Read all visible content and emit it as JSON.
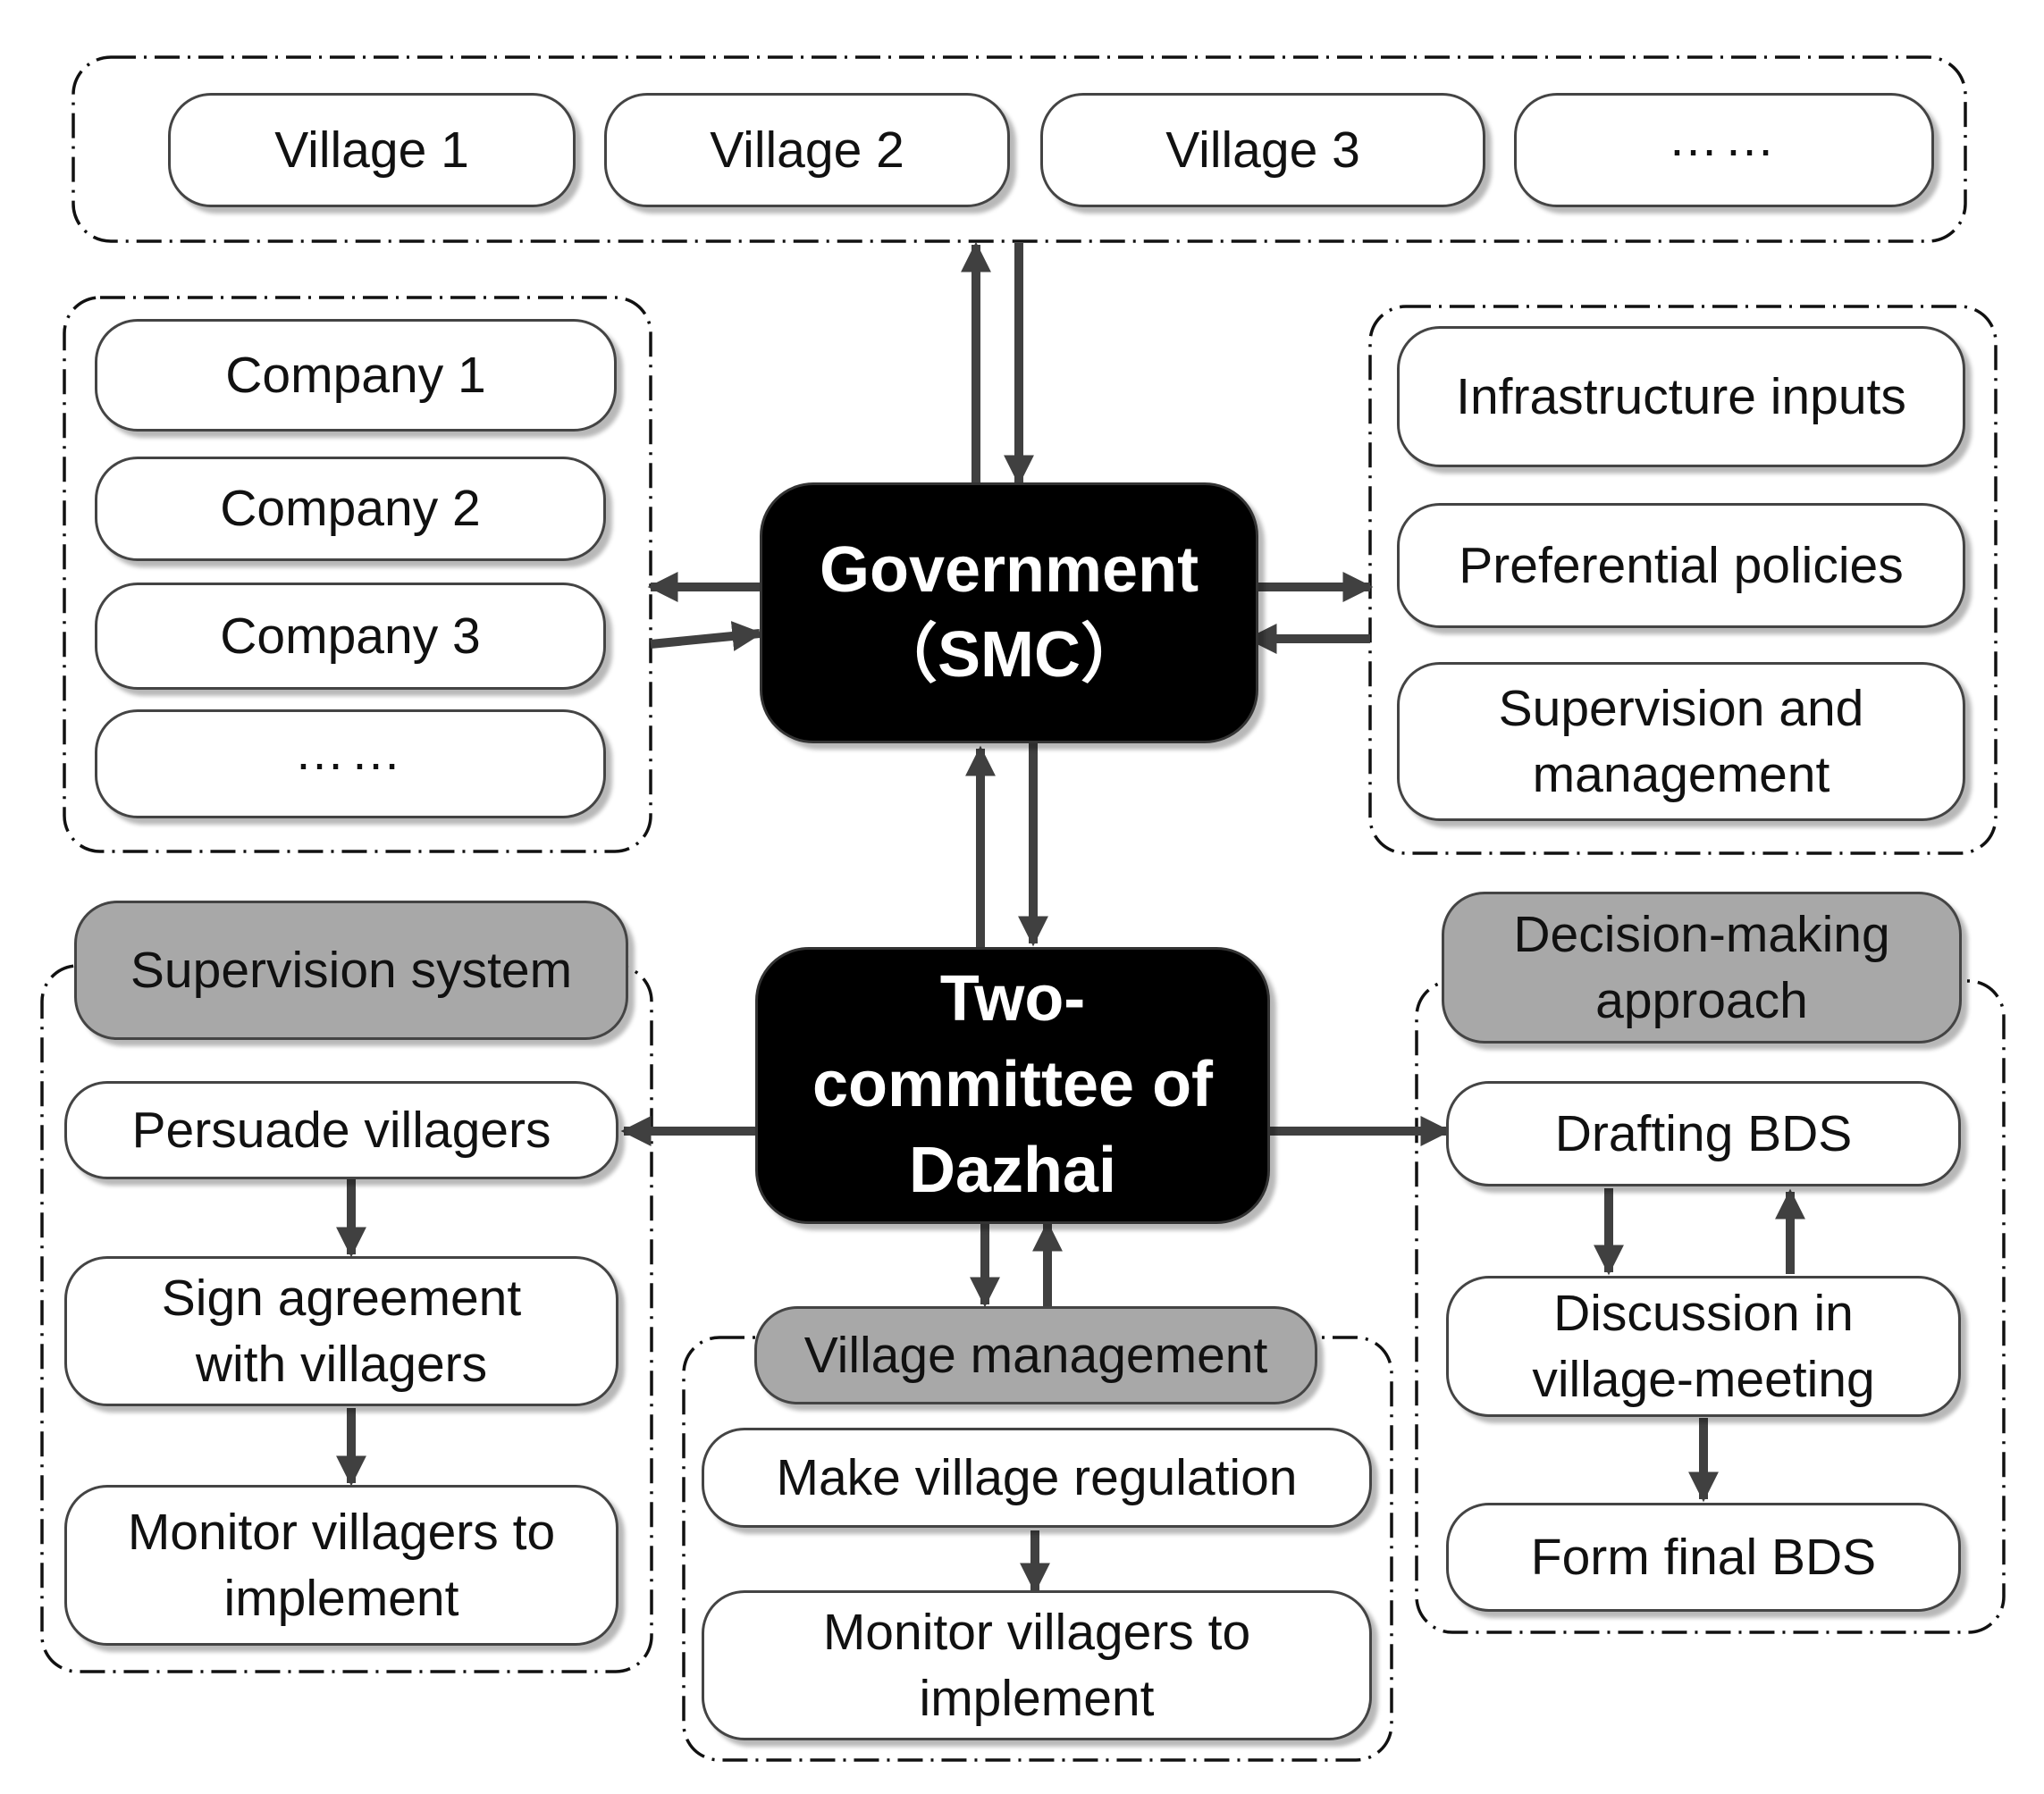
{
  "diagram": {
    "villages": [
      "Village 1",
      "Village 2",
      "Village 3",
      "……"
    ],
    "companies": [
      "Company 1",
      "Company 2",
      "Company 3",
      "……"
    ],
    "government": {
      "line1": "Government",
      "line2": "（SMC）"
    },
    "government_outputs": [
      "Infrastructure inputs",
      "Preferential policies",
      "Supervision and management"
    ],
    "two_committee": {
      "line1": "Two-",
      "line2": "committee of",
      "line3": "Dazhai"
    },
    "supervision_system": {
      "header": "Supervision system",
      "steps": [
        "Persuade villagers",
        "Sign agreement with villagers",
        "Monitor villagers to implement"
      ]
    },
    "village_management": {
      "header": "Village management",
      "steps": [
        "Make village regulation",
        "Monitor villagers to implement"
      ]
    },
    "decision_making": {
      "header": "Decision-making approach",
      "steps": [
        "Drafting BDS",
        "Discussion in village-meeting",
        "Form final BDS"
      ]
    }
  }
}
